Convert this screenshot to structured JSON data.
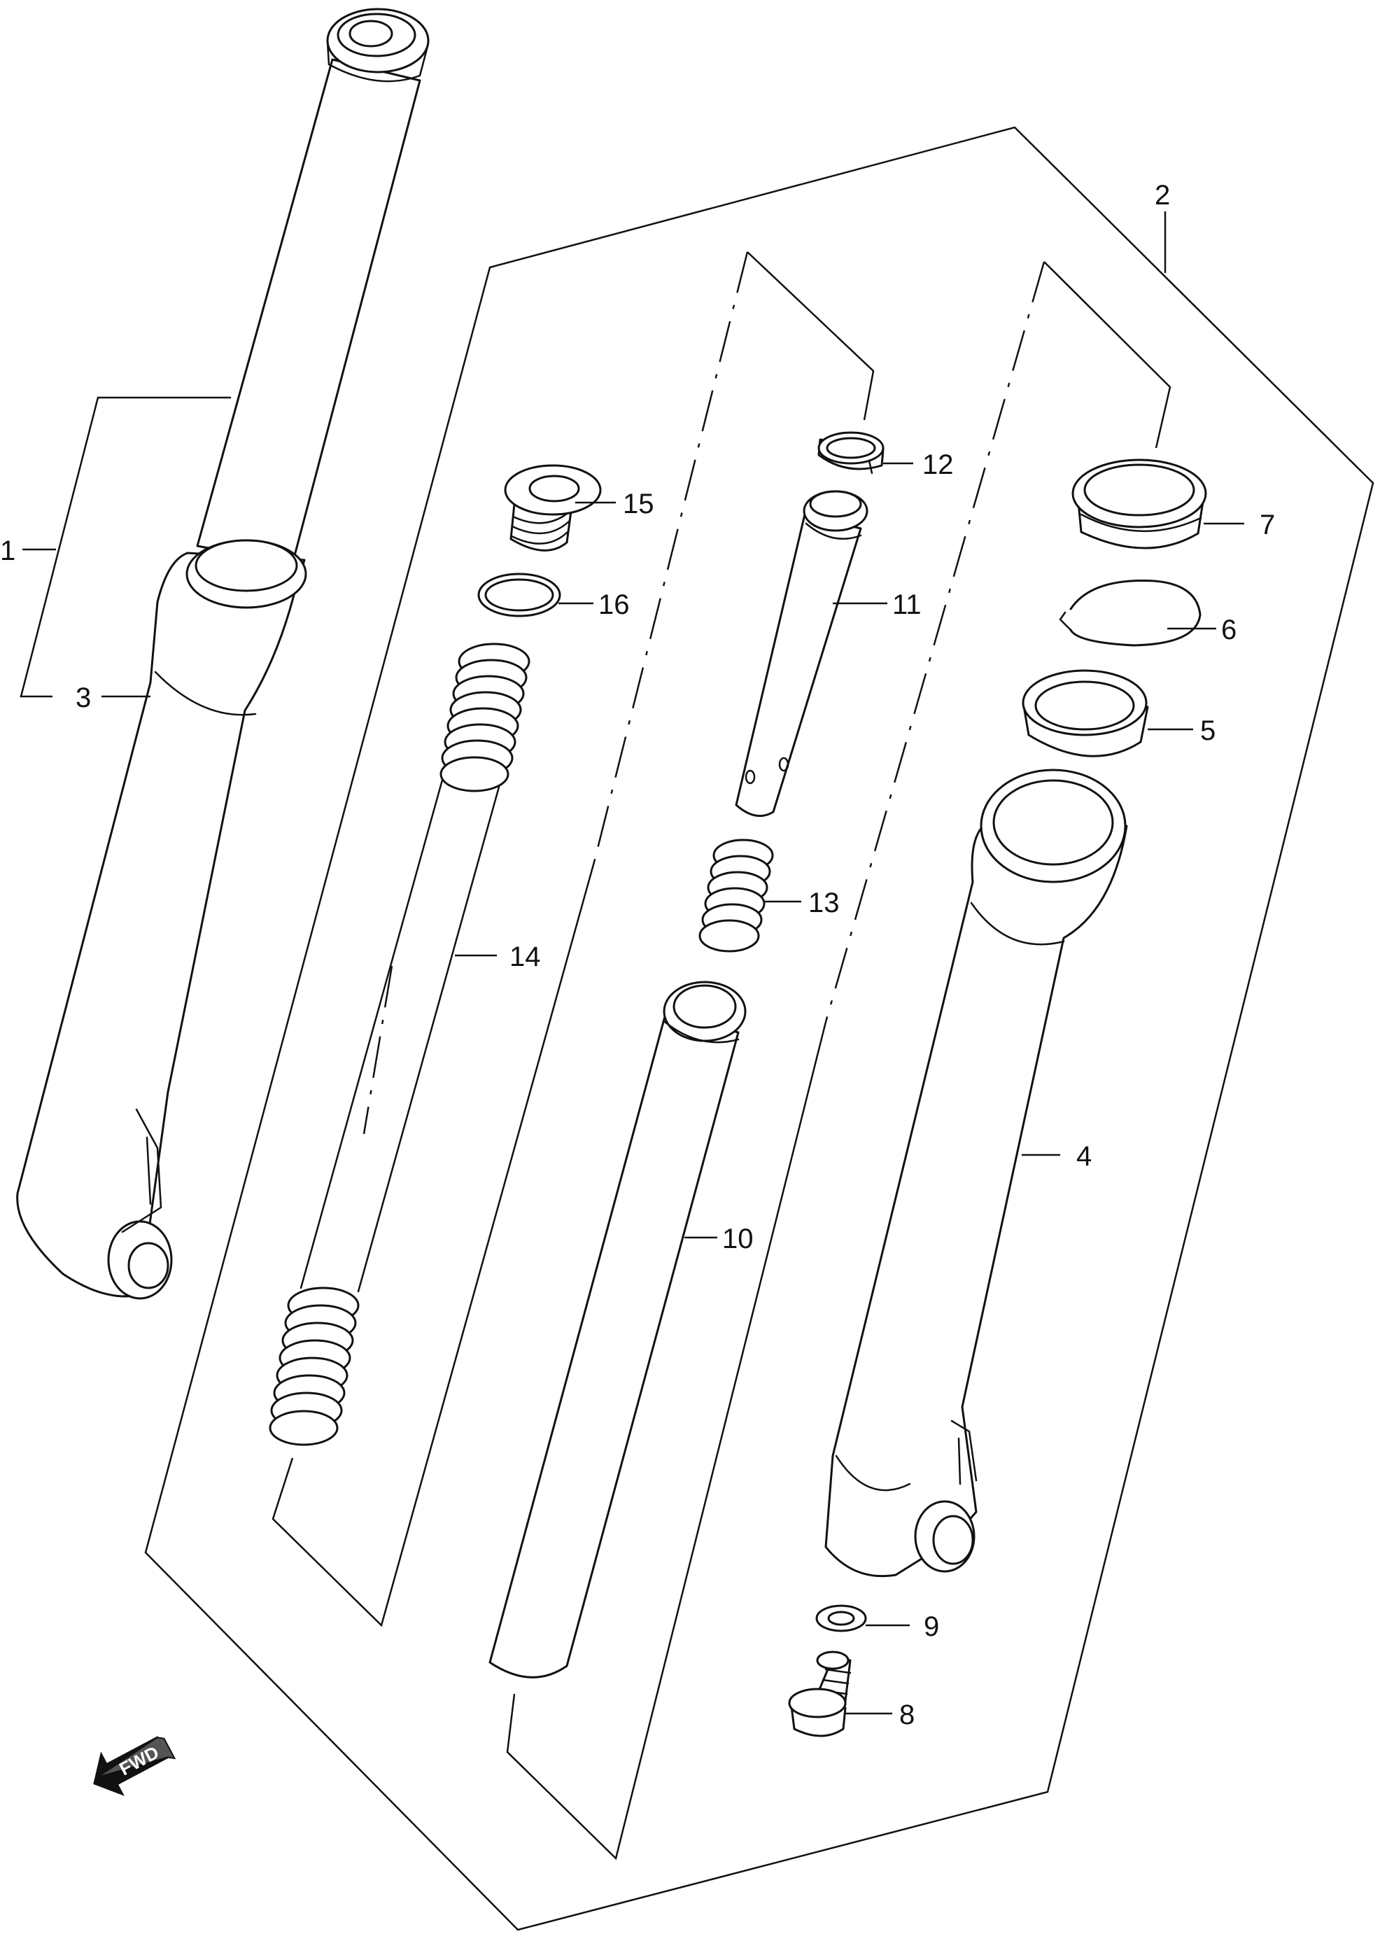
{
  "callouts": [
    {
      "id": "1",
      "label": "1"
    },
    {
      "id": "2",
      "label": "2"
    },
    {
      "id": "3",
      "label": "3"
    },
    {
      "id": "4",
      "label": "4"
    },
    {
      "id": "5",
      "label": "5"
    },
    {
      "id": "6",
      "label": "6"
    },
    {
      "id": "7",
      "label": "7"
    },
    {
      "id": "8",
      "label": "8"
    },
    {
      "id": "9",
      "label": "9"
    },
    {
      "id": "10",
      "label": "10"
    },
    {
      "id": "11",
      "label": "11"
    },
    {
      "id": "12",
      "label": "12"
    },
    {
      "id": "13",
      "label": "13"
    },
    {
      "id": "14",
      "label": "14"
    },
    {
      "id": "15",
      "label": "15"
    },
    {
      "id": "16",
      "label": "16"
    }
  ],
  "direction_marker": {
    "label": "FWD",
    "icon": "fwd-arrow-icon"
  }
}
